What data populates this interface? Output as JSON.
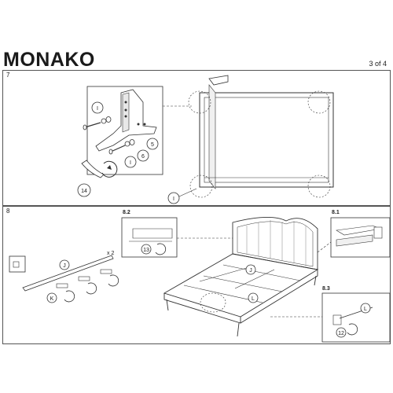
{
  "header": {
    "title": "MONAKO",
    "page": "3 of 4"
  },
  "step7": {
    "number": "7",
    "callouts": {
      "i_top": "I",
      "i_mid": "I",
      "i_frame": "I",
      "five": "5",
      "six": "6",
      "fourteen": "14"
    }
  },
  "step8": {
    "number": "8",
    "sub_a": "8.2",
    "sub_b": "8.1",
    "sub_c": "8.3",
    "callouts": {
      "j_parts": "J",
      "k_parts": "K",
      "qty": "x 2",
      "thirteen": "13",
      "j_bed": "J",
      "l_bed": "L",
      "l_detail": "L",
      "twelve": "12"
    }
  }
}
